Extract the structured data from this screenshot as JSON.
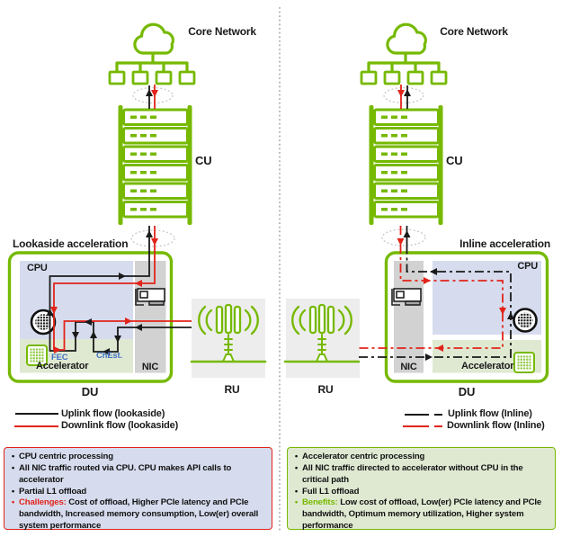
{
  "colors": {
    "brand_green": "#76b900",
    "flow_black": "#1a1a1a",
    "flow_red": "#e2231a",
    "fec_blue": "#4472c4",
    "cpu_region_fill": "#d6dcee",
    "accelerator_region_fill": "#dfe9d2",
    "nic_strip_fill": "#d2d2d2",
    "ru_tile_fill": "#ededed"
  },
  "left": {
    "core_network": "Core Network",
    "cu": "CU",
    "title": "Lookaside acceleration",
    "cpu": "CPU",
    "nic": "NIC",
    "accelerator": "Accelerator",
    "fec": "FEC",
    "chest": "ChEst.",
    "du": "DU",
    "ru": "RU",
    "legend_uplink": "Uplink flow (lookaside)",
    "legend_downlink": "Downlink flow (lookaside)",
    "panel": {
      "i1": "CPU centric processing",
      "i2": "All NIC traffic routed via CPU. CPU makes API calls to accelerator",
      "i3": "Partial L1 offload",
      "i4_prefix": "Challenges:",
      "i4_text": " Cost of offload, Higher PCIe latency and PCIe bandwidth, Increased memory consumption, Low(er) overall system performance"
    }
  },
  "right": {
    "core_network": "Core Network",
    "cu": "CU",
    "title": "Inline acceleration",
    "cpu": "CPU",
    "nic": "NIC",
    "accelerator": "Accelerator",
    "du": "DU",
    "ru": "RU",
    "legend_uplink": "Uplink flow (Inline)",
    "legend_downlink": "Downlink flow (Inline)",
    "panel": {
      "i1": "Accelerator centric processing",
      "i2": "All NIC traffic directed to accelerator without CPU in the critical path",
      "i3": "Full L1 offload",
      "i4_prefix": "Benefits:",
      "i4_text": " Low cost of offload, Low(er) PCIe latency and PCIe bandwidth, Optimum memory utilization, Higher system performance"
    }
  }
}
